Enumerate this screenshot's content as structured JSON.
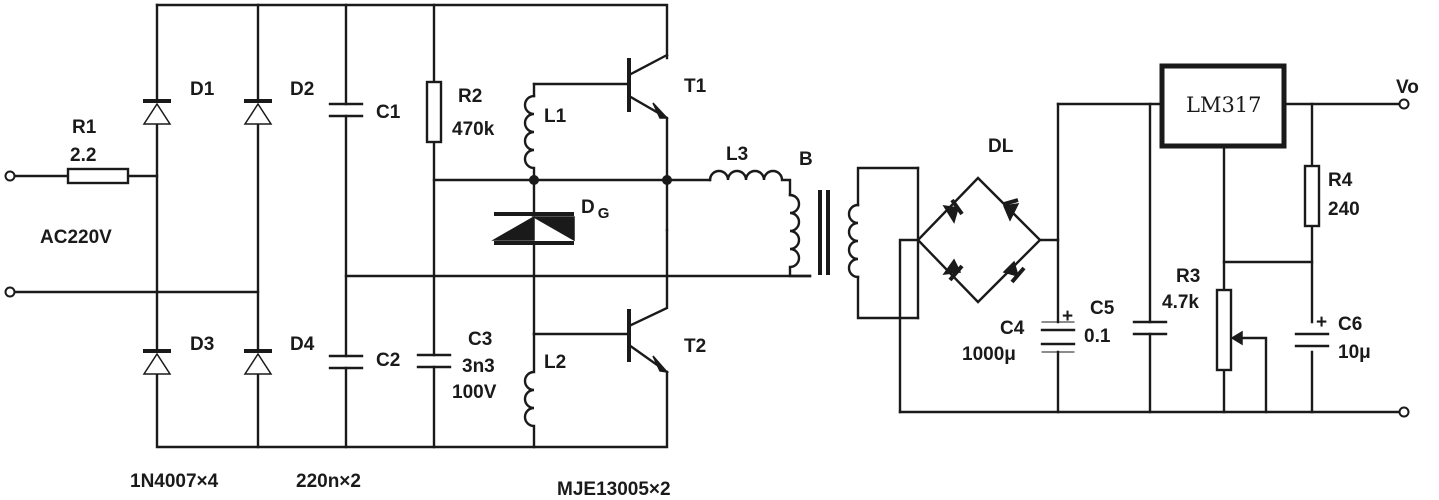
{
  "components": {
    "R1": {
      "name": "R1",
      "value": "2.2"
    },
    "D1": {
      "name": "D1"
    },
    "D2": {
      "name": "D2"
    },
    "D3": {
      "name": "D3"
    },
    "D4": {
      "name": "D4"
    },
    "C1": {
      "name": "C1"
    },
    "C2": {
      "name": "C2"
    },
    "R2": {
      "name": "R2",
      "value": "470k"
    },
    "C3": {
      "name": "C3",
      "value": "3n3",
      "voltage": "100V"
    },
    "L1": {
      "name": "L1"
    },
    "L2": {
      "name": "L2"
    },
    "L3": {
      "name": "L3"
    },
    "DG": {
      "name_main": "D",
      "name_sub": "G"
    },
    "T1": {
      "name": "T1"
    },
    "T2": {
      "name": "T2"
    },
    "B": {
      "name": "B"
    },
    "DL": {
      "name": "DL"
    },
    "C4": {
      "name": "C4",
      "value": "1000μ"
    },
    "C5": {
      "name": "C5",
      "value": "0.1"
    },
    "U1": {
      "name": "LM317"
    },
    "R3": {
      "name": "R3",
      "value": "4.7k"
    },
    "R4": {
      "name": "R4",
      "value": "240"
    },
    "C6": {
      "name": "C6",
      "value": "10μ"
    }
  },
  "labels": {
    "input": "AC220V",
    "output": "Vo",
    "diodes_part": "1N4007×4",
    "caps_part": "220n×2",
    "transistors_part": "MJE13005×2",
    "polarity": "+"
  }
}
